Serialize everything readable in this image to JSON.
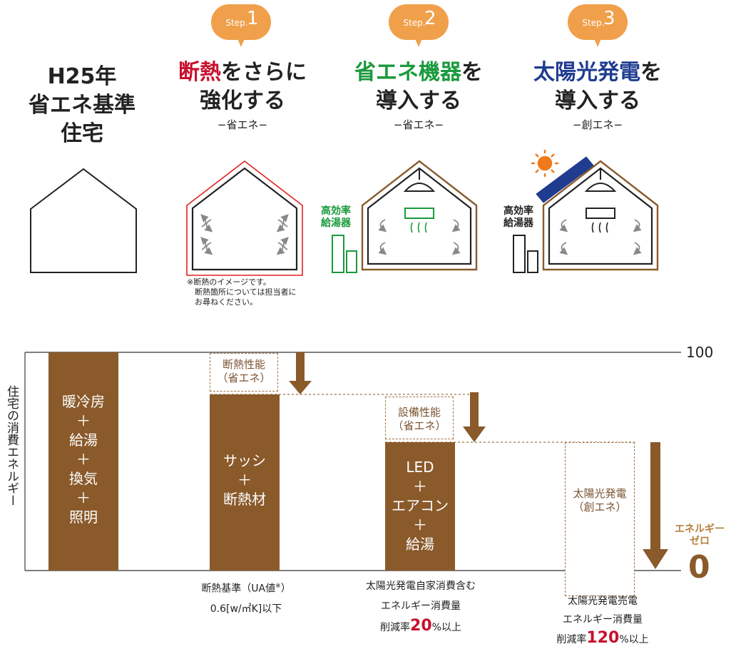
{
  "colors": {
    "brown": "#8a5a2b",
    "orange": "#f0a04b",
    "red": "#c8102e",
    "green": "#1a9a3c",
    "navy": "#1f3c8f"
  },
  "columns": {
    "base": {
      "title_lines": [
        "H25年",
        "省エネ基準",
        "住宅"
      ]
    },
    "step1": {
      "step_label": "Step.",
      "step_number": "1",
      "title_highlight": "断熱",
      "title_rest": "をさらに",
      "title_line2": "強化する",
      "sub": "−省エネ−"
    },
    "step2": {
      "step_label": "Step.",
      "step_number": "2",
      "title_highlight": "省エネ機器",
      "title_rest": "を",
      "title_line2": "導入する",
      "sub": "−省エネ−",
      "heater_label": "高効率\n給湯器"
    },
    "step3": {
      "step_label": "Step.",
      "step_number": "3",
      "title_highlight": "太陽光発電",
      "title_rest": "を",
      "title_line2": "導入する",
      "sub": "−創エネ−",
      "heater_label": "高効率\n給湯器"
    },
    "insulation_note": "※断熱のイメージです。\n　断熱箇所については担当者に\n　お尋ねください。"
  },
  "chart": {
    "y_axis_label": "住宅の消費エネルギー",
    "tick_top": "100",
    "tick_bottom": "0",
    "zero_label": "エネルギー\nゼロ",
    "bars": [
      {
        "text": "暖冷房\n＋\n給湯\n＋\n換気\n＋\n照明"
      },
      {
        "text": "サッシ\n＋\n断熱材"
      },
      {
        "text": "LED\n＋\nエアコン\n＋\n給湯"
      }
    ],
    "boxes": {
      "insulation": "断熱性能\n（省エネ）",
      "equipment": "設備性能\n（省エネ）",
      "solar": "太陽光発電\n（創エネ）"
    },
    "captions": {
      "c1_line1": "断熱基準（UA値",
      "c1_sup": "※",
      "c1_line1_end": "）",
      "c1_line2": "0.6[w/㎡K]以下",
      "c2_line1": "太陽光発電自家消費含む",
      "c2_line2": "エネルギー消費量",
      "c2_pre": "削減率",
      "c2_big": "20",
      "c2_post": "%以上",
      "c3_line1": "太陽光発電売電",
      "c3_line2": "エネルギー消費量",
      "c3_pre": "削減率",
      "c3_big": "120",
      "c3_post": "%以上"
    }
  }
}
